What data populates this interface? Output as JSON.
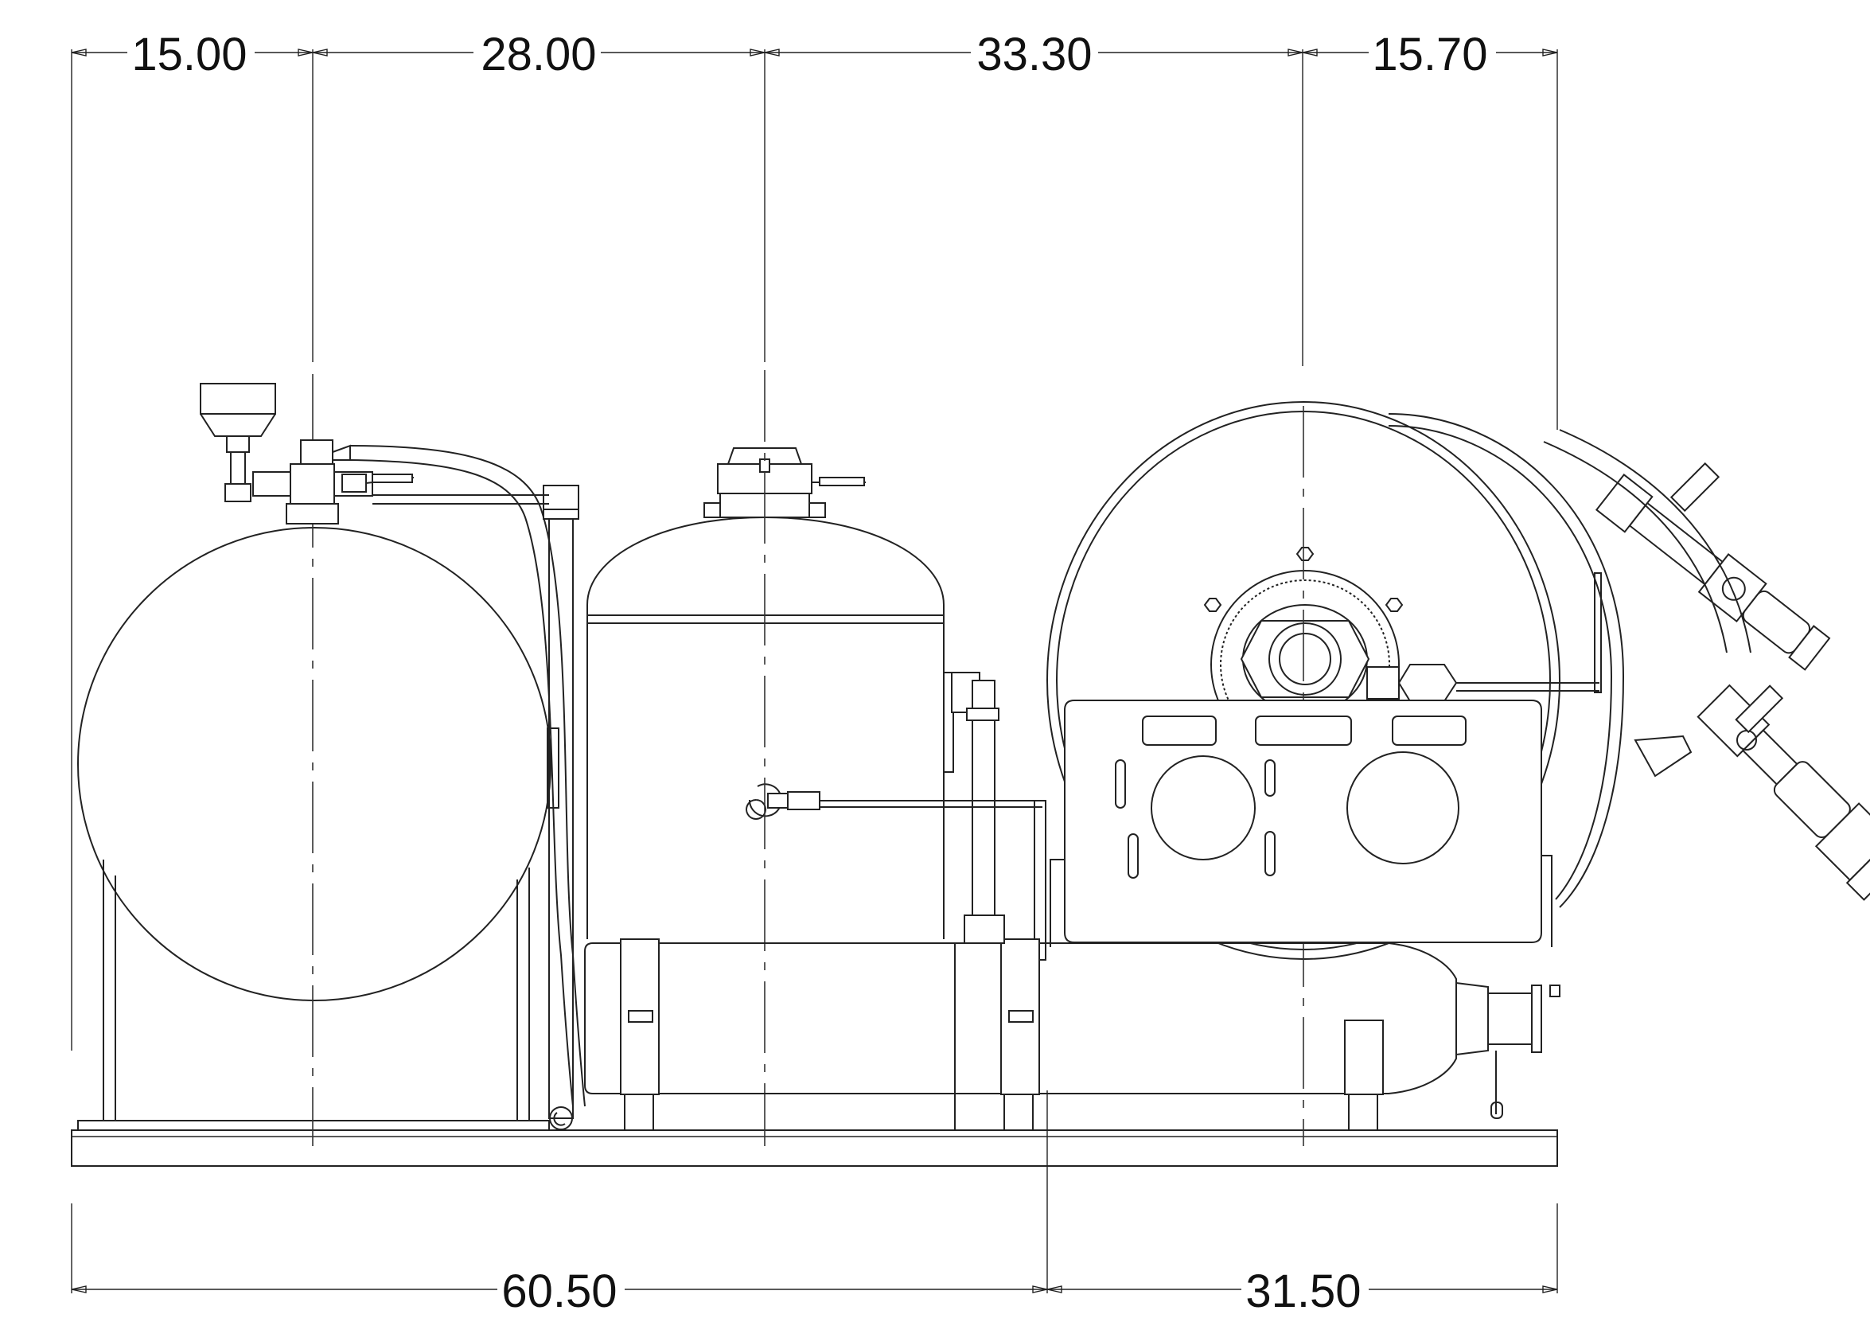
{
  "drawing": {
    "top_dimensions": [
      "15.00",
      "28.00",
      "33.30",
      "15.70"
    ],
    "bottom_dimensions": [
      "60.50",
      "31.50"
    ]
  },
  "colors": {
    "line": "#222222",
    "background": "#ffffff"
  }
}
